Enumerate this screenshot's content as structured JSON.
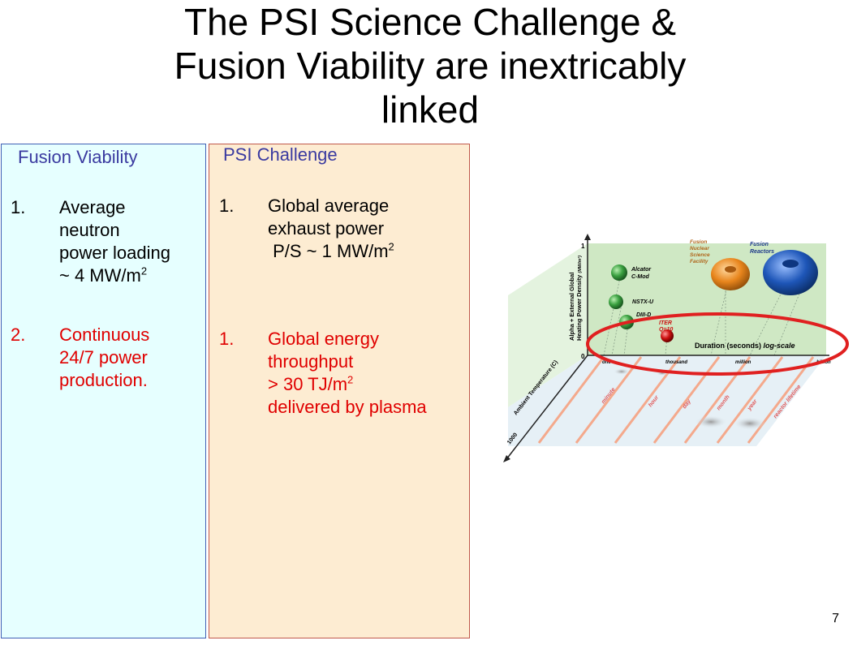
{
  "slide": {
    "title_lines": [
      "The PSI Science Challenge &",
      "Fusion Viability are inextricably",
      "linked"
    ],
    "page_number": "7"
  },
  "fusion_viability": {
    "heading": "Fusion Viability",
    "items": [
      {
        "number": "1.",
        "lines": [
          "Average",
          "neutron",
          "power loading",
          "~ 4 MW/m"
        ],
        "superscript": "2"
      },
      {
        "number": "2.",
        "lines": [
          "Continuous",
          "24/7 power",
          "production."
        ]
      }
    ]
  },
  "psi_challenge": {
    "heading": "PSI Challenge",
    "items": [
      {
        "number": "1.",
        "lines": [
          "Global average",
          "exhaust power",
          " P/S ~ 1 MW/m"
        ],
        "superscript": "2"
      },
      {
        "number": "1.",
        "lines": [
          "Global energy",
          "throughput",
          "> 30 TJ/m",
          "delivered by plasma"
        ],
        "superscript": "2"
      }
    ]
  },
  "figure": {
    "y_axis_label_1": "Alpha + External Global",
    "y_axis_label_2": "Heating Power Density",
    "y_axis_unit": "(MW/m²)",
    "y_tick_top": "1",
    "y_tick_bottom": "0",
    "x_axis_label": "Duration (seconds)",
    "x_axis_scale": "log-scale",
    "x_ticks": [
      "one",
      "thousand",
      "million",
      "billion"
    ],
    "z_axis_label": "Ambient Temperature (C)",
    "z_tick": "1000",
    "time_labels": [
      "minute",
      "hour",
      "day",
      "month",
      "year",
      "reactor lifetime"
    ],
    "devices": {
      "alcator_1": "Alcator",
      "alcator_2": "C-Mod",
      "nstx": "NSTX-U",
      "diii": "DIII-D",
      "iter_1": "ITER",
      "iter_2": "Q=10",
      "fnsf_1": "Fusion",
      "fnsf_2": "Nuclear",
      "fnsf_3": "Science",
      "fnsf_4": "Facility",
      "reactor_1": "Fusion",
      "reactor_2": "Reactors"
    },
    "colors": {
      "back_plane": "#cfe8c4",
      "floor_plane": "#e6f0f6",
      "stripes": "#f4a98c",
      "highlight_ellipse": "#e02020",
      "sphere_green": "#3aa040",
      "sphere_red": "#cc1010",
      "torus_orange": "#e8851c",
      "torus_blue": "#1e56b8"
    }
  }
}
